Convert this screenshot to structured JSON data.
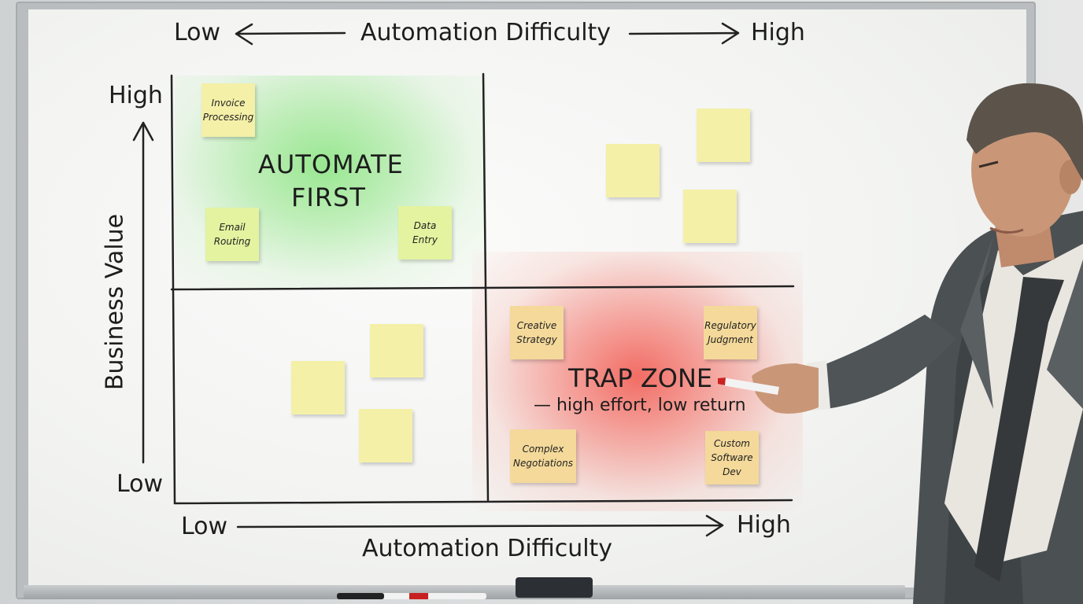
{
  "board": {
    "top_axis": {
      "low": "Low",
      "label": "Automation Difficulty",
      "high": "High"
    },
    "left_axis": {
      "high": "High",
      "label": "Business Value",
      "low": "Low"
    },
    "bottom_axis": {
      "low": "Low",
      "label": "Automation Difficulty",
      "high": "High"
    },
    "quadrants": {
      "top_left_title_line1": "AUTOMATE",
      "top_left_title_line2": "FIRST",
      "bottom_right_title": "TRAP ZONE",
      "bottom_right_subtitle": "— high effort, low return"
    },
    "notes": {
      "invoice": "Invoice\nProcessing",
      "email": "Email\nRouting",
      "data_entry": "Data\nEntry",
      "creative": "Creative\nStrategy",
      "regulatory": "Regulatory\nJudgment",
      "complex": "Complex\nNegotiations",
      "custom": "Custom\nSoftware\nDev"
    },
    "colors": {
      "green_zone": "#7fe274",
      "red_zone": "#f0463c",
      "sticky_yellow": "#f4f0a8",
      "sticky_orange": "#f4d99a"
    }
  }
}
